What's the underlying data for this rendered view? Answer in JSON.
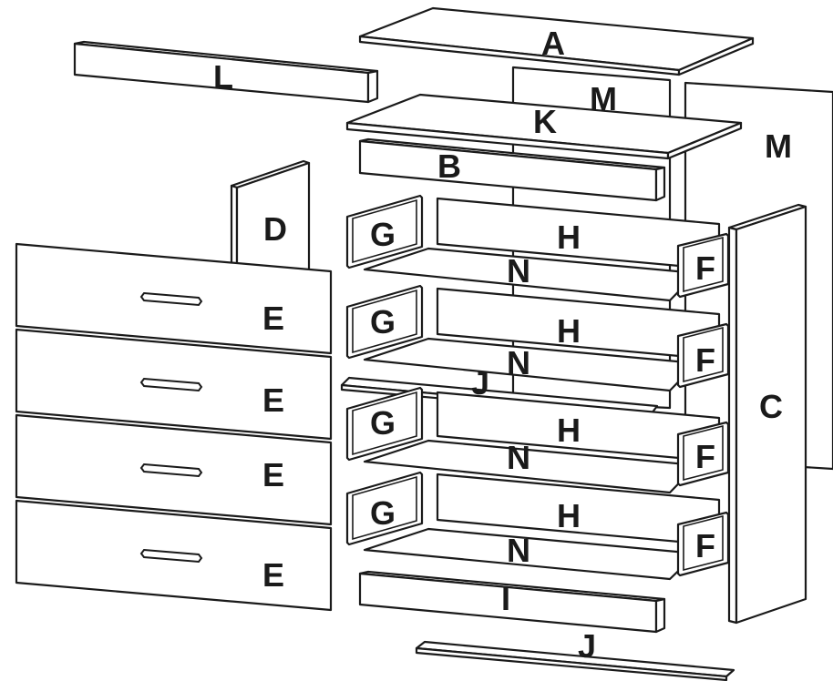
{
  "labels": {
    "A": "A",
    "B": "B",
    "C": "C",
    "D": "D",
    "E": "E",
    "F": "F",
    "G": "G",
    "H": "H",
    "I": "I",
    "J": "J",
    "K": "K",
    "L": "L",
    "M": "M",
    "N": "N"
  },
  "line_color": "#1a1a1a",
  "fill_color": "#ffffff"
}
